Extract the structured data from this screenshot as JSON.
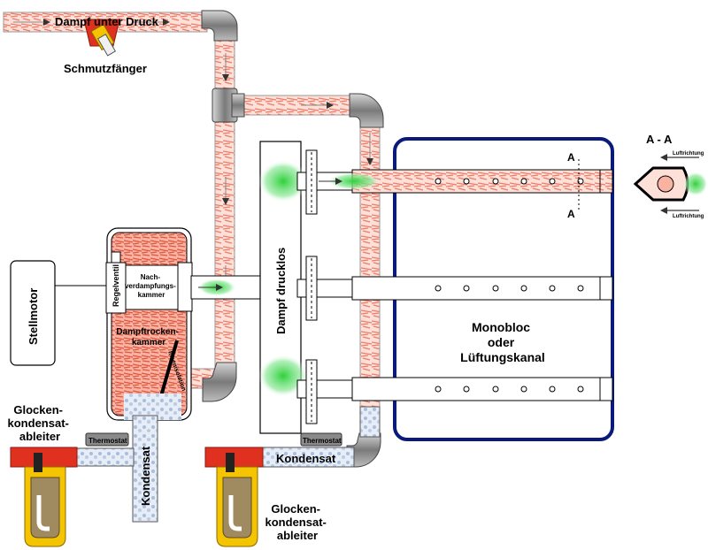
{
  "labels": {
    "steam_pressure": "Dampf unter Druck",
    "dirt_trap": "Schmutzfänger",
    "actuator": "Stellmotor",
    "control_valve": "Regelventil",
    "post_chamber": "Nach-\nverdampfungs-\nkammer",
    "dry_chamber": "Dampftrocken-\nkammer",
    "insulation": "Innenisolation",
    "steam_unpressurized": "Dampf drucklos",
    "monobloc": "Monobloc\noder\nLüftungskanal",
    "thermostat_left": "Thermostat",
    "thermostat_right": "Thermostat",
    "condensate_vertical": "Kondensat",
    "condensate_horizontal": "Kondensat",
    "trap_left": "Glocken-\nkondensat-\nableiter",
    "trap_right": "Glocken-\nkondensat-\nableiter",
    "section_title": "A - A",
    "section_top": "A",
    "section_bottom": "A",
    "airflow_top": "Luftrichtung",
    "airflow_bottom": "Luftrichtung"
  },
  "colors": {
    "steam": "#f7a796",
    "steam_light": "#fde6e0",
    "green_steam": "#3fcf4a",
    "condensate": "#b9cbe6",
    "duct_border": "#0a1a7a",
    "trap_yellow": "#f5c400",
    "trap_red": "#e03020"
  }
}
